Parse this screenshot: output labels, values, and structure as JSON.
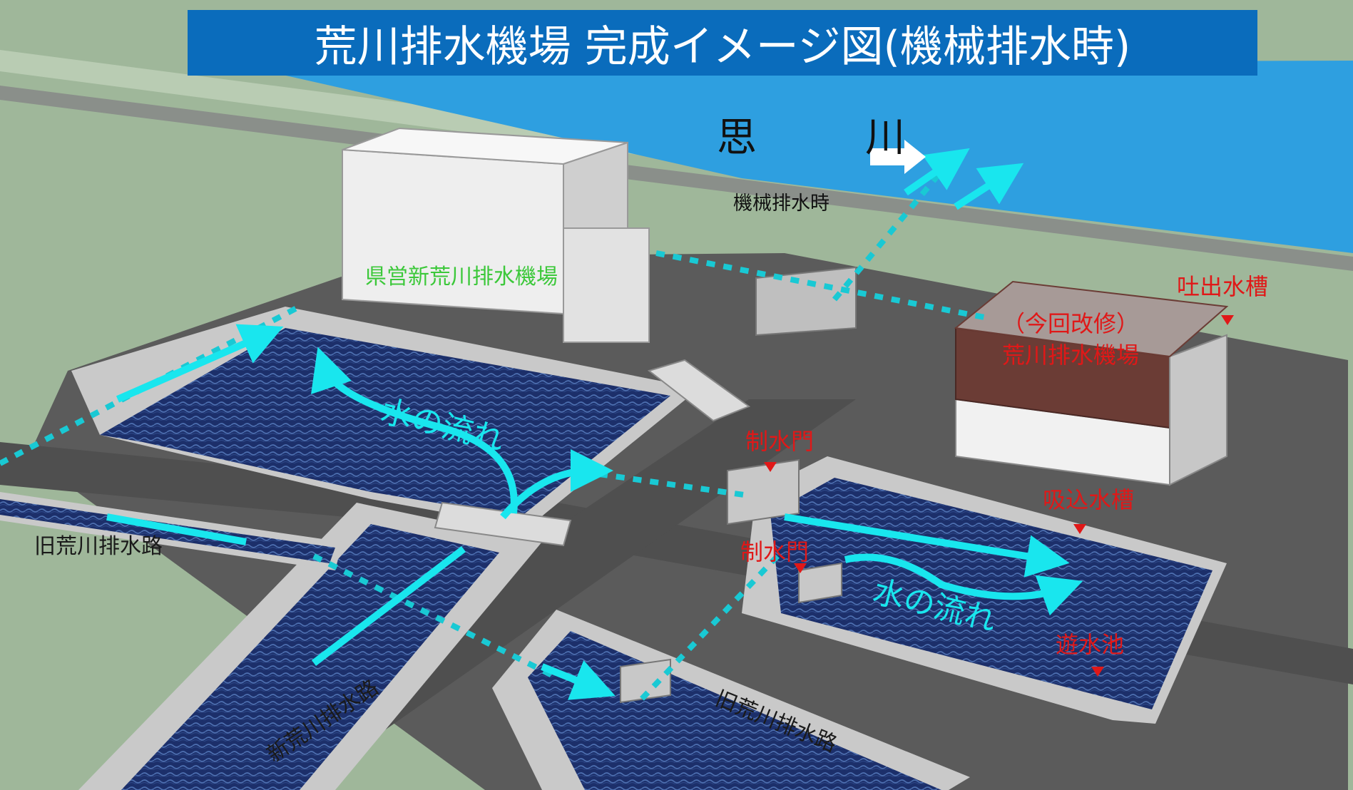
{
  "title": "荒川排水機場 完成イメージ図(機械排水時)",
  "river": {
    "name": "思　川"
  },
  "labels": {
    "mechanical_drainage": "機械排水時",
    "prefecture_station": "県営新荒川排水機場",
    "discharge_tank": "吐出水槽",
    "renovation_note": "（今回改修）",
    "arakawa_station": "荒川排水機場",
    "gate_upper": "制水門",
    "gate_lower": "制水門",
    "suction_tank": "吸込水槽",
    "retention_pond": "遊水池",
    "water_flow_left": "水の流れ",
    "water_flow_right": "水の流れ",
    "old_channel_left": "旧荒川排水路",
    "new_channel": "新荒川排水路",
    "old_channel_bottom": "旧荒川排水路"
  },
  "colors": {
    "title_bg": "#0a6cbc",
    "river": "#2e9fe0",
    "ground": "#9fb79a",
    "pavement": "#5b5b5b",
    "water": "#1c2f6a",
    "flow_arrow": "#19e6ee",
    "annotation_red": "#e01818",
    "annotation_green": "#3cc83a"
  }
}
